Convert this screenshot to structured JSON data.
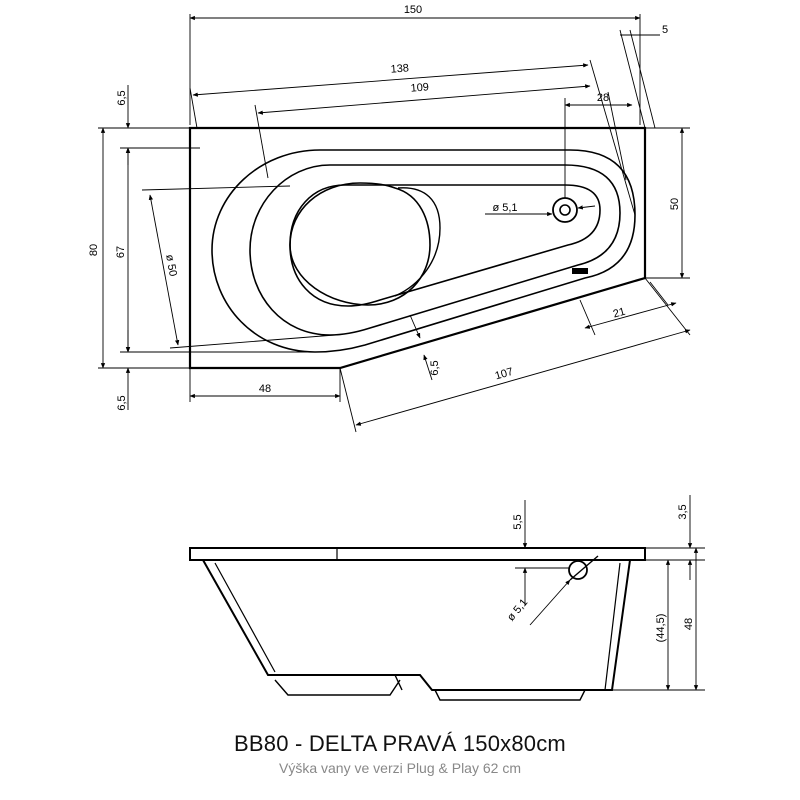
{
  "title": "BB80 - DELTA PRAVÁ 150x80cm",
  "subtitle": "Výška vany ve verzi Plug & Play 62 cm",
  "top_view": {
    "total_length": "150",
    "top_offset": "5",
    "length_138": "138",
    "length_109": "109",
    "length_28": "28",
    "rim_top": "6,5",
    "width_80": "80",
    "width_67": "67",
    "inner_dia": "ø 50",
    "drain_dia": "ø 5,1",
    "right_height": "50",
    "right_offset": "21",
    "bottom_left": "48",
    "bottom_diag": "107",
    "rim_bottom": "6,5",
    "rim_inner": "6,5"
  },
  "side_view": {
    "rim_height": "3,5",
    "overflow_offset": "5,5",
    "overflow_dia": "ø 5,1",
    "inner_depth": "(44,5)",
    "total_height": "48"
  }
}
